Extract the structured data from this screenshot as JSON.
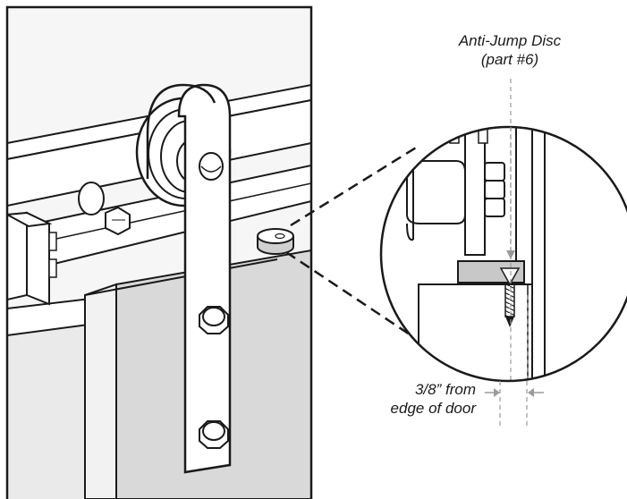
{
  "callouts": {
    "disc_label_line1": "Anti-Jump Disc",
    "disc_label_line2": "(part #6)",
    "offset_label_line1": "3/8” from",
    "offset_label_line2": "edge of door"
  },
  "colors": {
    "line": "#1a1a1a",
    "wall_panel": "#eaeaea",
    "door_face": "#d9d9d9",
    "door_edge": "#f2f2f2",
    "hardware": "#ffffff",
    "disc_fill": "#c8c8c8",
    "dim_gray": "#9a9a9a"
  }
}
